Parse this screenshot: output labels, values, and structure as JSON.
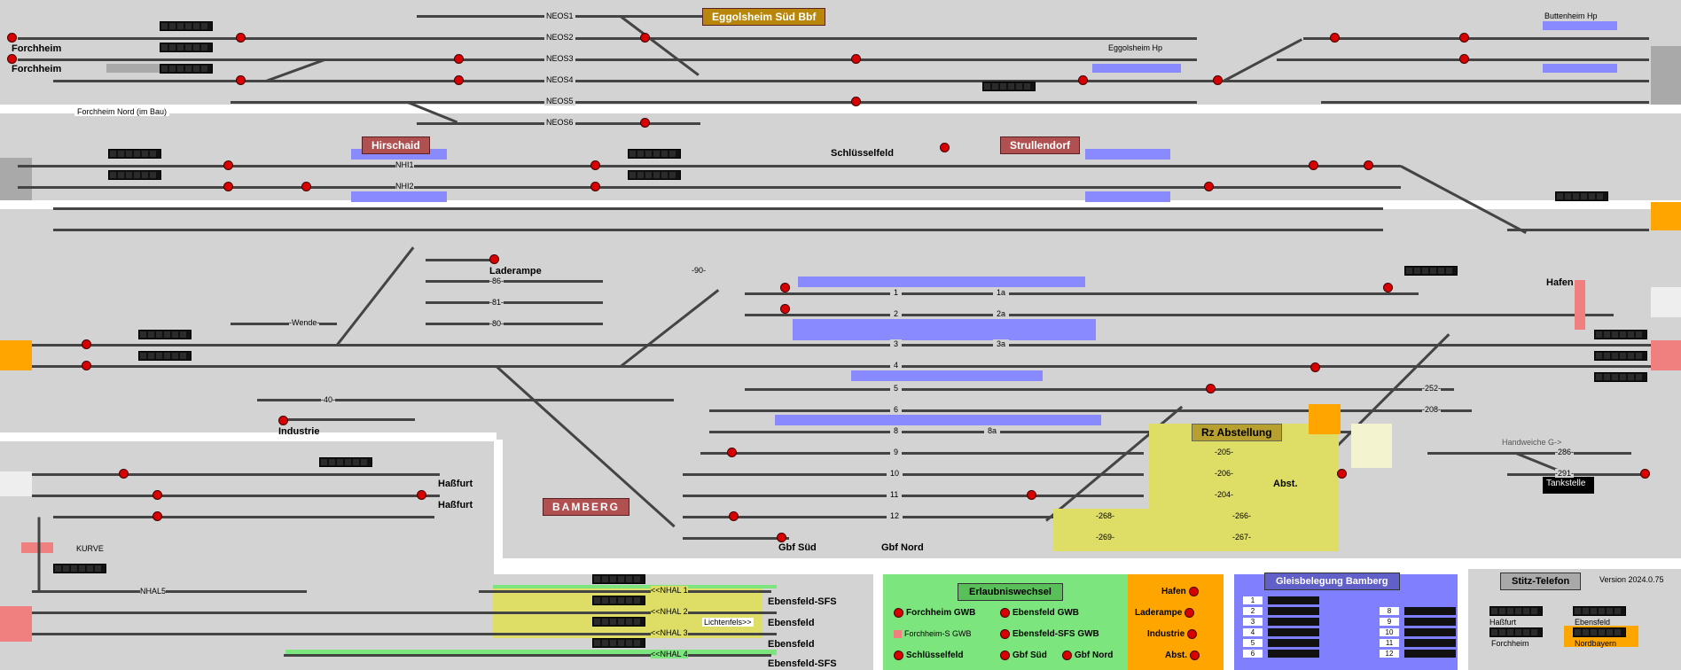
{
  "version": "Version 2024.0.75",
  "top": {
    "stations": [
      {
        "id": "forchheim1",
        "text": "Forchheim"
      },
      {
        "id": "forchheim2",
        "text": "Forchheim"
      },
      {
        "id": "forchheim_nord",
        "text": "Forchheim Nord (im Bau)"
      },
      {
        "id": "eggolsheim_sued",
        "text": "Eggolsheim Süd Bbf"
      },
      {
        "id": "eggolsheim_hp",
        "text": "Eggolsheim Hp"
      },
      {
        "id": "buttenheim_hp",
        "text": "Buttenheim Hp"
      }
    ],
    "tracks": [
      "NEOS1",
      "NEOS2",
      "NEOS3",
      "NEOS4",
      "NEOS5",
      "NEOS6"
    ]
  },
  "mid": {
    "hirschaid": "Hirschaid",
    "strullendorf": "Strullendorf",
    "schluesselfeld": "Schlüsselfeld",
    "nhi1": "NHI1",
    "nhi2": "NHI2"
  },
  "bamberg": {
    "laderampe": "Laderampe",
    "wende": "-Wende-",
    "industrie": "Industrie",
    "hafen": "Hafen",
    "rz": "Rz Abstellung",
    "abst": "Abst.",
    "tankstelle": "Tankstelle",
    "gbf_sued": "Gbf Süd",
    "gbf_nord": "Gbf Nord",
    "bamberg": "BAMBERG",
    "hassfurt1": "Haßfurt",
    "hassfurt2": "Haßfurt",
    "kurve": "KURVE",
    "nhal5": "NHAL5",
    "handweiche": "Handweiche G->",
    "track_nums_left": [
      "-86-",
      "-81-",
      "-80-",
      "-40-",
      "-90-"
    ],
    "main_tracks": [
      "1",
      "2",
      "3",
      "4",
      "5",
      "6",
      "8",
      "9",
      "10",
      "11",
      "12"
    ],
    "main_tracks_b": [
      "1a",
      "2a",
      "3a",
      "8a"
    ],
    "right_nums": [
      "-252-",
      "-208-",
      "-286-",
      "-291-"
    ],
    "rz_nums": [
      "-205-",
      "-206-",
      "-204-",
      "-268-",
      "-269-",
      "-266-",
      "-267-"
    ]
  },
  "nhal": {
    "tracks": [
      "<<NHAL 1",
      "<<NHAL 2",
      "<<NHAL 3",
      "<<NHAL 4"
    ],
    "dest": [
      "Ebensfeld-SFS",
      "Ebensfeld",
      "Ebensfeld",
      "Ebensfeld-SFS"
    ],
    "lichtenfels": "Lichtenfels>>"
  },
  "erlaubniswechsel": {
    "title": "Erlaubniswechsel",
    "items": [
      "Forchheim GWB",
      "Ebensfeld GWB",
      "Forchheim-S GWB",
      "Ebensfeld-SFS GWB",
      "Schlüsselfeld",
      "Gbf Süd",
      "Gbf Nord"
    ],
    "side": [
      "Hafen",
      "Laderampe",
      "Industrie",
      "Abst."
    ]
  },
  "gleisbelegung": {
    "title": "Gleisbelegung Bamberg",
    "left": [
      "1",
      "2",
      "3",
      "4",
      "5",
      "6"
    ],
    "right": [
      "8",
      "9",
      "10",
      "11",
      "12"
    ]
  },
  "stitz": {
    "title": "Stitz-Telefon",
    "items": [
      "Haßfurt",
      "Ebensfeld",
      "Forchheim",
      "Nordbayern"
    ]
  },
  "colors": {
    "bg": "#d3d3d3",
    "platform": "#8a8aff",
    "station_tag": "#b05050",
    "yellow": "#dede66",
    "green": "#7de57d",
    "orange": "#ffa500",
    "panel_blue": "#8080ff",
    "pink": "#f08080"
  }
}
